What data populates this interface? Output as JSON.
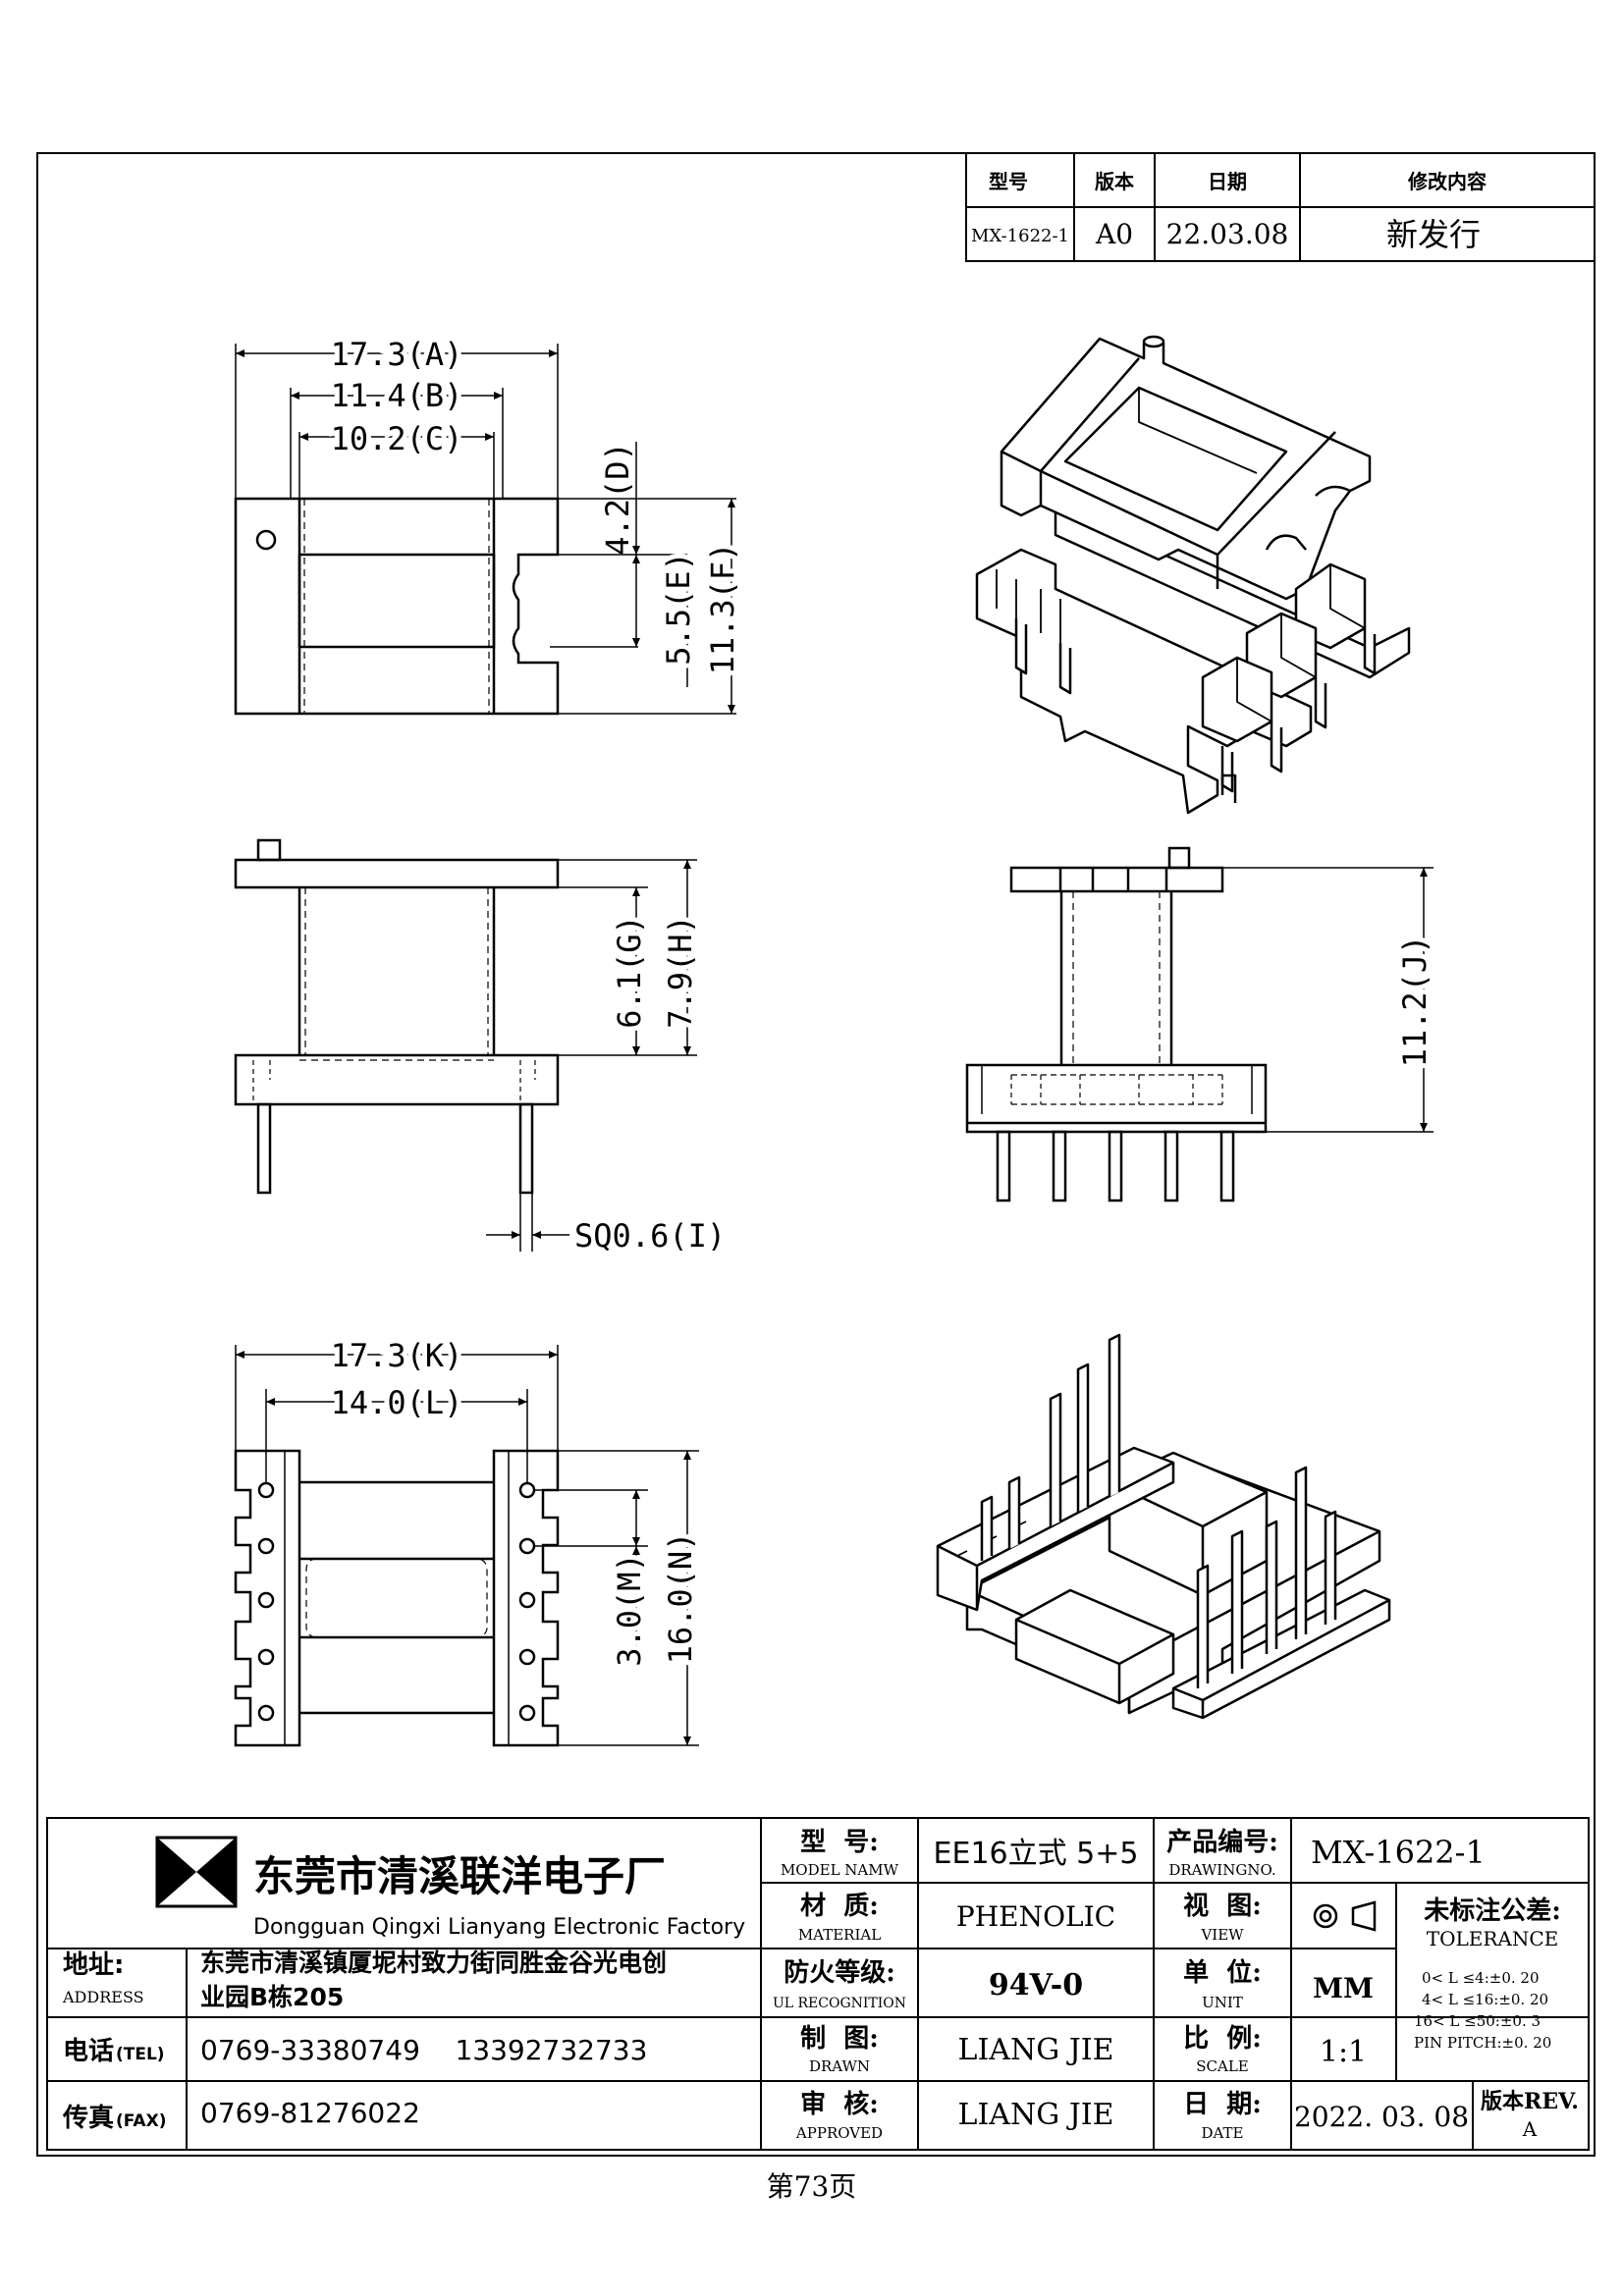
{
  "revision_table": {
    "headers": [
      "型号",
      "版本",
      "日期",
      "修改内容"
    ],
    "row": [
      "MX-1622-1",
      "A0",
      "22.03.08",
      "新发行"
    ]
  },
  "dimensions": {
    "A": "17.3(A)",
    "B": "11.4(B)",
    "C": "10.2(C)",
    "D": "4.2(D)",
    "E": "5.5(E)",
    "F": "11.3(F)",
    "G": "6.1(G)",
    "H": "7.9(H)",
    "I": "SQ0.6(I)",
    "J": "11.2(J)",
    "K": "17.3(K)",
    "L": "14.0(L)",
    "M": "3.0(M)",
    "N": "16.0(N)"
  },
  "title_block": {
    "company_cn": "东莞市清溪联洋电子厂",
    "company_en": "Dongguan Qingxi Lianyang Electronic Factory",
    "address_label": "地址:",
    "address_label_en": "ADDRESS",
    "address_line1": "东莞市清溪镇厦坭村致力街同胜金谷光电创",
    "address_line2": "业园B栋205",
    "tel_label": "电话",
    "tel_label_en": "(TEL)",
    "tel_value": "0769-33380749    13392732733",
    "fax_label": "传真",
    "fax_label_en": "(FAX)",
    "fax_value": "0769-81276022",
    "model_label": "型  号:",
    "model_label_en": "MODEL NAMW",
    "model_value": "EE16立式 5+5",
    "material_label": "材  质:",
    "material_label_en": "MATERIAL",
    "material_value": "PHENOLIC",
    "fire_label": "防火等级:",
    "fire_label_en": "UL RECOGNITION",
    "fire_value": "94V-0",
    "drawn_label": "制  图:",
    "drawn_label_en": "DRAWN",
    "drawn_value": "LIANG JIE",
    "approved_label": "审  核:",
    "approved_label_en": "APPROVED",
    "approved_value": "LIANG JIE",
    "product_no_label": "产品编号:",
    "product_no_label_en": "DRAWINGNO.",
    "product_no_value": "MX-1622-1",
    "view_label": "视  图:",
    "view_label_en": "VIEW",
    "unit_label": "单  位:",
    "unit_label_en": "UNIT",
    "unit_value": "MM",
    "scale_label": "比  例:",
    "scale_label_en": "SCALE",
    "scale_value": "1:1",
    "date_label": "日  期:",
    "date_label_en": "DATE",
    "date_value": "2022. 03. 08",
    "tolerance_cn": "未标注公差:",
    "tolerance_en": "TOLERANCE",
    "tolerance_lines": [
      "0< L ≤4:±0. 20",
      "4< L ≤16:±0. 20",
      "16< L ≤50:±0. 3",
      "PIN PITCH:±0. 20"
    ],
    "rev_label": "版本REV.",
    "rev_value": "A"
  },
  "page_number": "第73页"
}
